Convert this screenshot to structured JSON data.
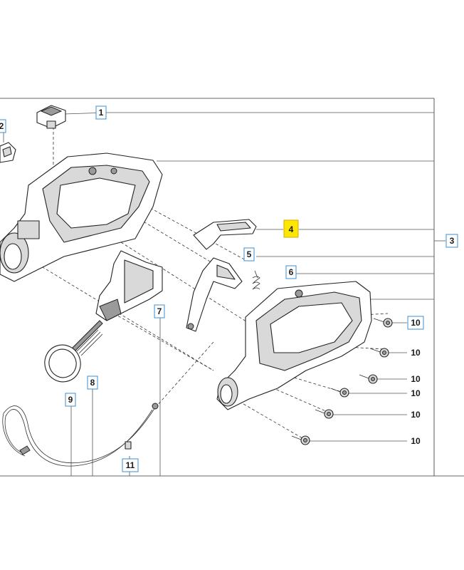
{
  "callouts": {
    "c1": "1",
    "c2": "2",
    "c3": "3",
    "c4": "4",
    "c5": "5",
    "c6": "6",
    "c7": "7",
    "c8": "8",
    "c9": "9",
    "c10a": "10",
    "c10b": "10",
    "c10c": "10",
    "c10d": "10",
    "c10e": "10",
    "c10f": "10",
    "c11": "11"
  },
  "colors": {
    "highlight": "#ffe600",
    "callout_border": "#3a8fd0"
  }
}
